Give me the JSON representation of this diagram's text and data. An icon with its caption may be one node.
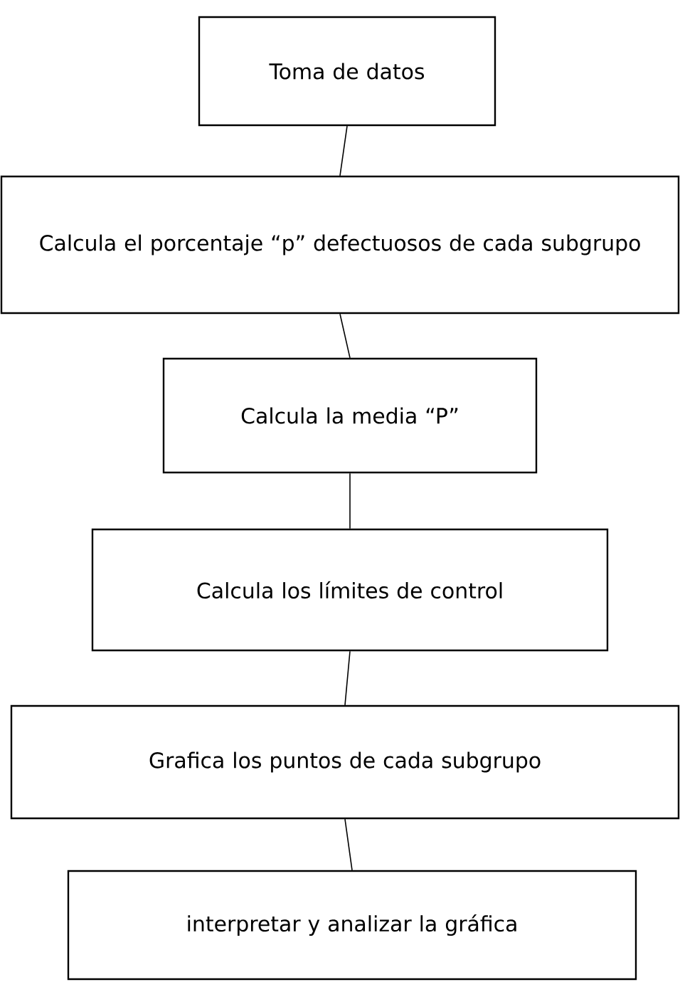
{
  "diagram": {
    "nodes": [
      {
        "text": [
          "Toma de datos"
        ]
      },
      {
        "text": [
          "Calcula el porcentaje “p” defectuosos de cada subgrupo"
        ]
      },
      {
        "text": [
          "Calcula la media “P”"
        ]
      },
      {
        "text": [
          "Calcula los límites de control"
        ]
      },
      {
        "text": [
          "Grafica los puntos de cada subgrupo"
        ]
      },
      {
        "text": [
          "interpretar y analizar la gráfica"
        ]
      }
    ],
    "edges": [
      {
        "from": 0,
        "to": 1,
        "arrow": "none"
      },
      {
        "from": 1,
        "to": 2,
        "arrow": "none"
      },
      {
        "from": 2,
        "to": 3,
        "arrow": "none"
      },
      {
        "from": 3,
        "to": 4,
        "arrow": "none"
      },
      {
        "from": 4,
        "to": 5,
        "arrow": "none"
      }
    ]
  }
}
